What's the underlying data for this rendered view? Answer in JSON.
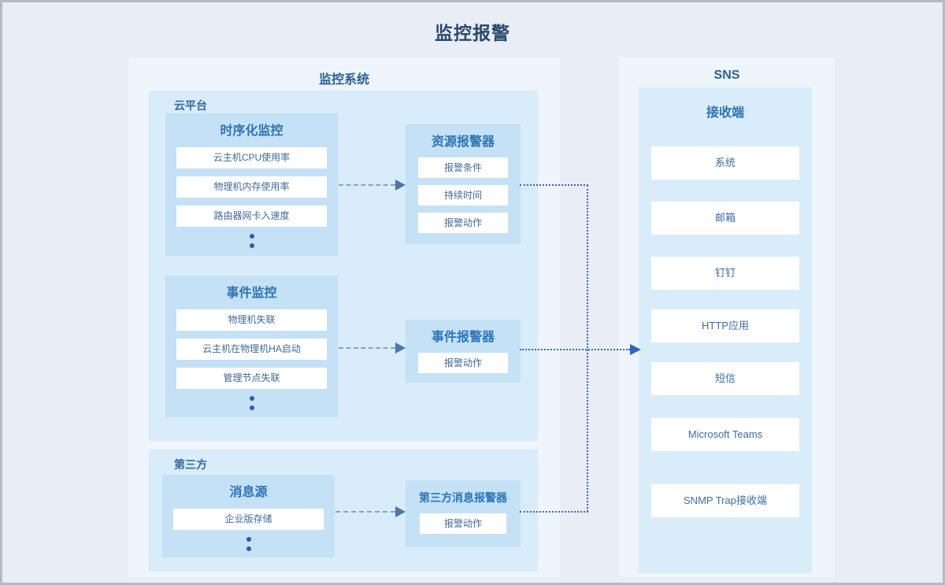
{
  "title": "监控报警",
  "colors": {
    "background": "#e8edf6",
    "panel": "#eef5fc",
    "group": "#d9ecfa",
    "box": "#c5e1f6",
    "accent_blue": "#2e74b5",
    "dark_title": "#27496d",
    "dotted_connector": "#3c63c6",
    "dashed_connector": "#8aa2bd",
    "arrowhead": "#4679ad"
  },
  "monitor": {
    "title": "监控系统",
    "cloud": {
      "label": "云平台",
      "timeseries": {
        "title": "时序化监控",
        "items": [
          "云主机CPU使用率",
          "物理机内存使用率",
          "路由器网卡入速度"
        ]
      },
      "event": {
        "title": "事件监控",
        "items": [
          "物理机失联",
          "云主机在物理机HA启动",
          "管理节点失联"
        ]
      },
      "resource_alarm": {
        "title": "资源报警器",
        "items": [
          "报警条件",
          "持续时间",
          "报警动作"
        ]
      },
      "event_alarm": {
        "title": "事件报警器",
        "items": [
          "报警动作"
        ]
      }
    },
    "thirdparty": {
      "label": "第三方",
      "source": {
        "title": "消息源",
        "items": [
          "企业版存储"
        ]
      },
      "alarm": {
        "title": "第三方消息报警器",
        "items": [
          "报警动作"
        ]
      }
    }
  },
  "sns": {
    "title": "SNS",
    "receiver": {
      "title": "接收端",
      "items": [
        "系统",
        "邮箱",
        "钉钉",
        "HTTP应用",
        "短信",
        "Microsoft Teams",
        "SNMP Trap接收端"
      ]
    }
  }
}
